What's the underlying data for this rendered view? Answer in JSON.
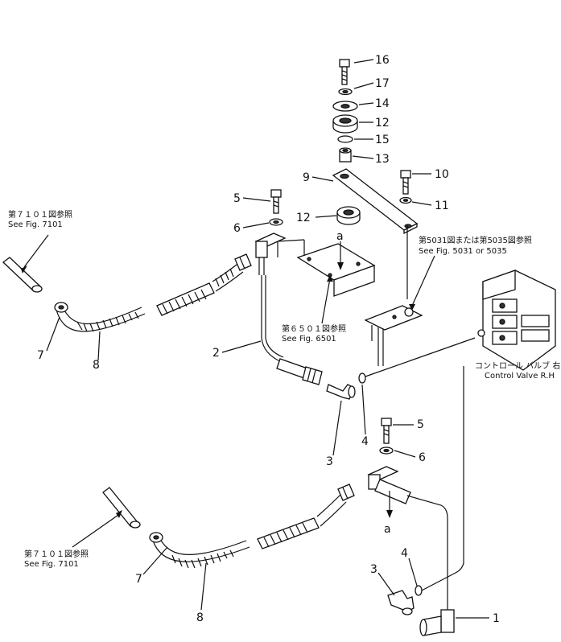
{
  "callouts": {
    "n16": "16",
    "n17": "17",
    "n14": "14",
    "n12a": "12",
    "n15": "15",
    "n13": "13",
    "n9": "9",
    "n10": "10",
    "n11": "11",
    "n5a": "5",
    "n6a": "6",
    "n12b": "12",
    "n7a": "7",
    "n8a": "8",
    "n2": "2",
    "n3a": "3",
    "n4a": "4",
    "n5b": "5",
    "n6b": "6",
    "n7b": "7",
    "n8b": "8",
    "n3b": "3",
    "n4b": "4",
    "n1": "1"
  },
  "markers": {
    "a_top": "a",
    "a_bottom": "a"
  },
  "references": {
    "fig7101_top_jp": "第７１０１図参照",
    "fig7101_top_en": "See Fig. 7101",
    "fig6501_jp": "第６５０１図参照",
    "fig6501_en": "See Fig. 6501",
    "fig5031_jp": "第5031図または第5035図参照",
    "fig5031_en": "See Fig. 5031 or 5035",
    "control_valve_jp": "コントロール バルブ 右",
    "control_valve_en": "Control Valve R.H",
    "fig7101_bottom_jp": "第７１０１図参照",
    "fig7101_bottom_en": "See Fig. 7101"
  },
  "icons": [
    "bolt-icon",
    "washer-icon",
    "bearing-icon",
    "collar-icon",
    "bracket-icon",
    "hose-icon",
    "elbow-icon",
    "o-ring-icon",
    "control-valve-icon"
  ]
}
